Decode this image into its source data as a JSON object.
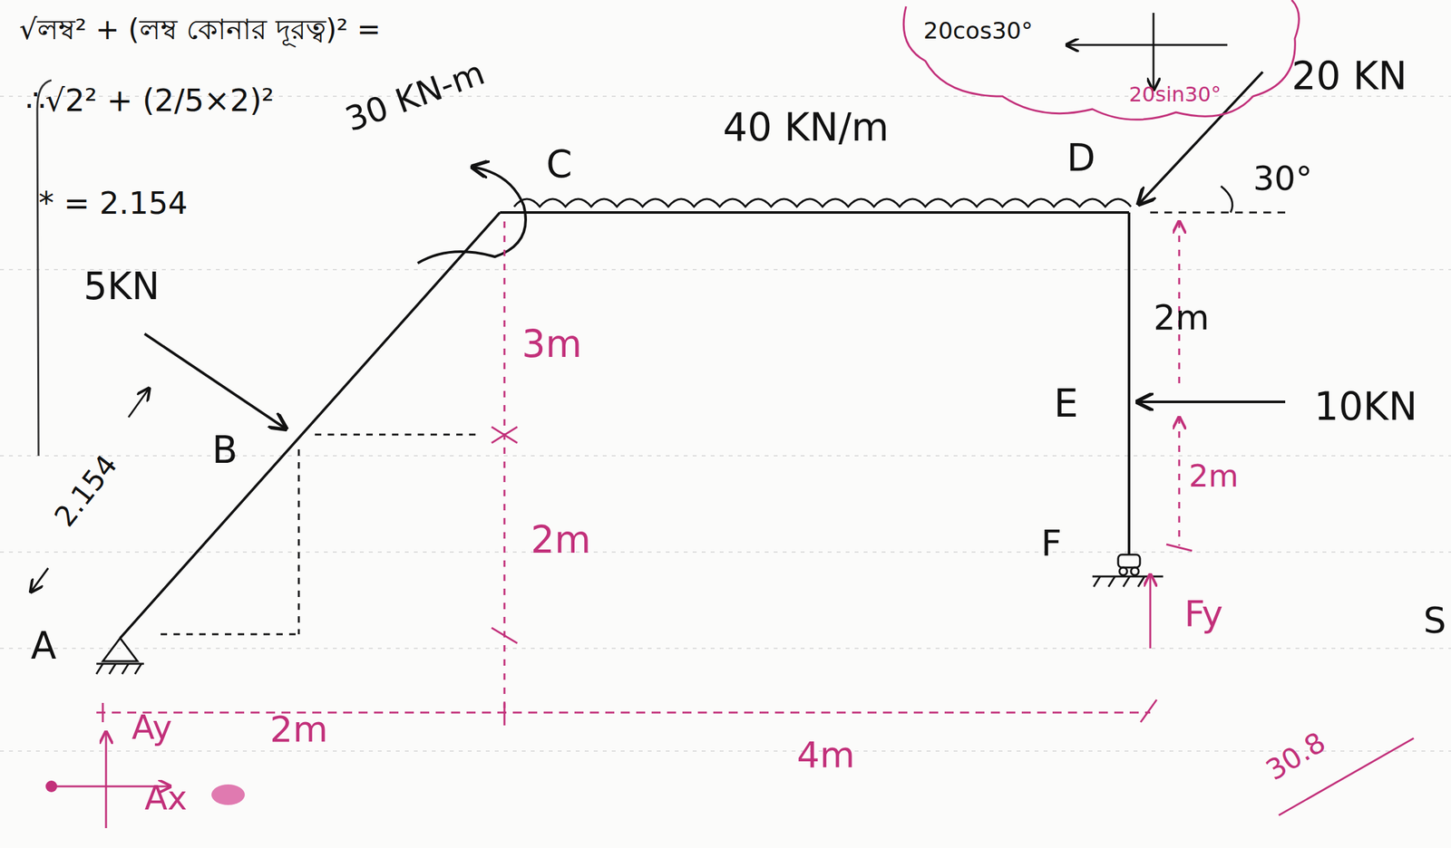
{
  "diagram": {
    "nodes": [
      {
        "text": [
          "20cos30°",
          "20sin30°"
        ]
      }
    ],
    "labels": [
      "√লম্ব² + (লম্ব কোনার দূরত্ব)² =",
      "∴√2² + (2/5×2)²",
      "* = 2.154",
      "30 KN-m",
      "C",
      "40 KN/m",
      "D",
      "20 KN",
      "30°",
      "5KN",
      "B",
      "2.154",
      "A",
      "3m",
      "2m",
      "2m",
      "E",
      "10KN",
      "2m",
      "F",
      "Fy",
      "Ay",
      "Ax",
      "2m",
      "4m",
      "S",
      "30.8"
    ]
  }
}
